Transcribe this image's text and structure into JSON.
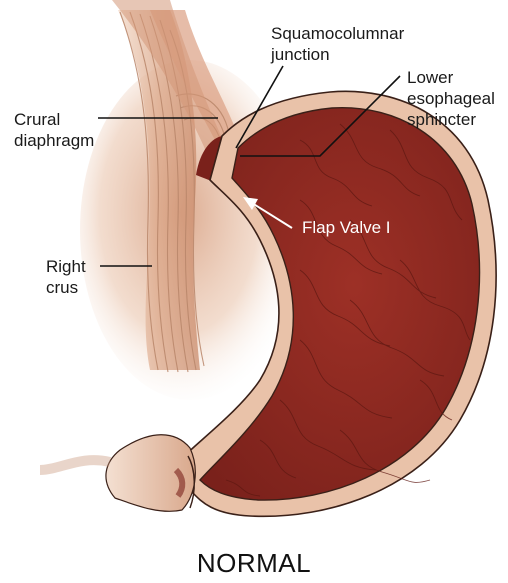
{
  "labels": {
    "squamocolumnar_junction": "Squamocolumnar\njunction",
    "lower_esophageal_sphincter": "Lower\nesophageal\nsphincter",
    "crural_diaphragm": "Crural\ndiaphragm",
    "flap_valve": "Flap Valve I",
    "right_crus": "Right\ncrus"
  },
  "caption": "NORMAL",
  "colors": {
    "stomach_fill": "#8e2a22",
    "stomach_wall": "#e9c2a9",
    "muscle": "#d9a283",
    "outline": "#3a2018"
  }
}
